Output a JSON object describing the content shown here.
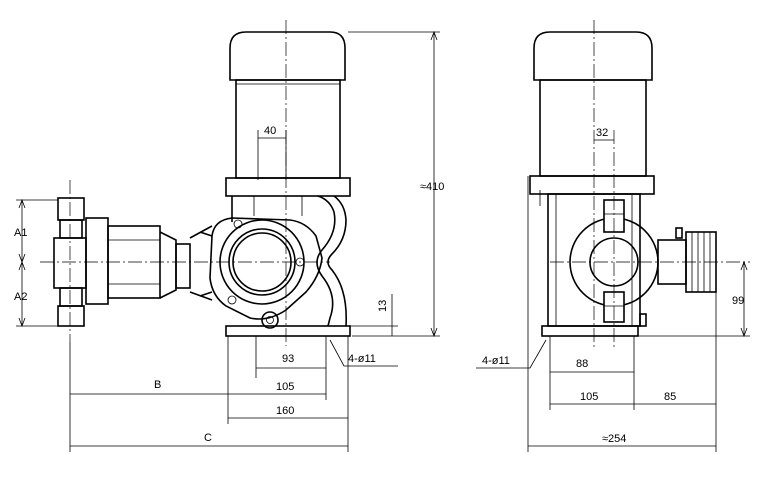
{
  "dimensions": {
    "dim_40": "40",
    "dim_32": "32",
    "height_410": "≈410",
    "dim_13": "13",
    "dim_99": "99",
    "dim_93": "93",
    "dim_105_front": "105",
    "dim_160": "160",
    "dim_b": "B",
    "dim_c": "C",
    "hole_front": "4-ø11",
    "hole_side": "4-ø11",
    "dim_88": "88",
    "dim_105_side": "105",
    "dim_85": "85",
    "width_254": "≈254",
    "label_a1": "A1",
    "label_a2": "A2"
  }
}
